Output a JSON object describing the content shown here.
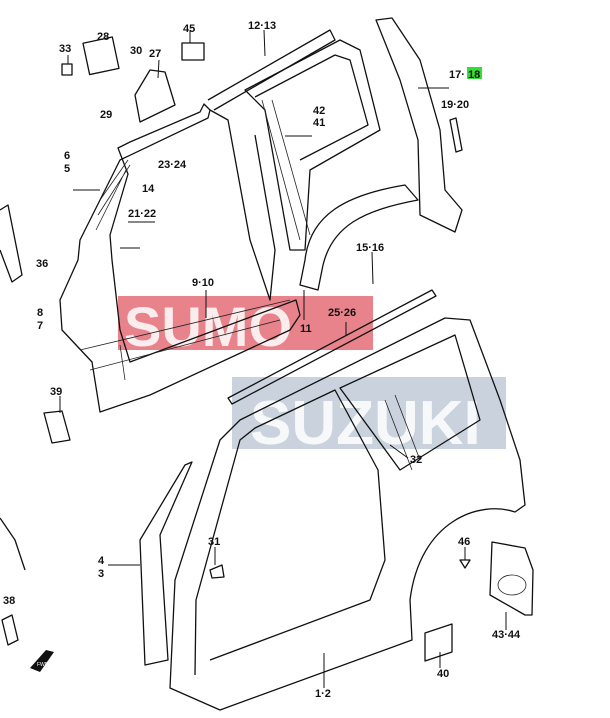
{
  "watermark": {
    "line1": "SUMO",
    "line2": "SUZUKI",
    "color1": "#e05a66",
    "color2": "#b8c4d2"
  },
  "highlight_color": "#33dd33",
  "fwd_icon": "FWD",
  "callouts": {
    "p33": "33",
    "p28": "28",
    "p30": "30",
    "p27": "27",
    "p29": "29",
    "p45": "45",
    "p12_13": "12·13",
    "p17": "17·",
    "p18": "18",
    "p19_20": "19·20",
    "p42": "42",
    "p41": "41",
    "p6": "6",
    "p5": "5",
    "p23_24": "23·24",
    "p14": "14",
    "p21_22": "21·22",
    "p36": "36",
    "p15_16": "15·16",
    "p9_10": "9·10",
    "p8": "8",
    "p7": "7",
    "p11": "11",
    "p25_26": "25·26",
    "p39": "39",
    "p32": "32",
    "p4": "4",
    "p3": "3",
    "p31": "31",
    "p46": "46",
    "p38": "38",
    "p43_44": "43·44",
    "p40": "40",
    "p1_2": "1·2"
  }
}
